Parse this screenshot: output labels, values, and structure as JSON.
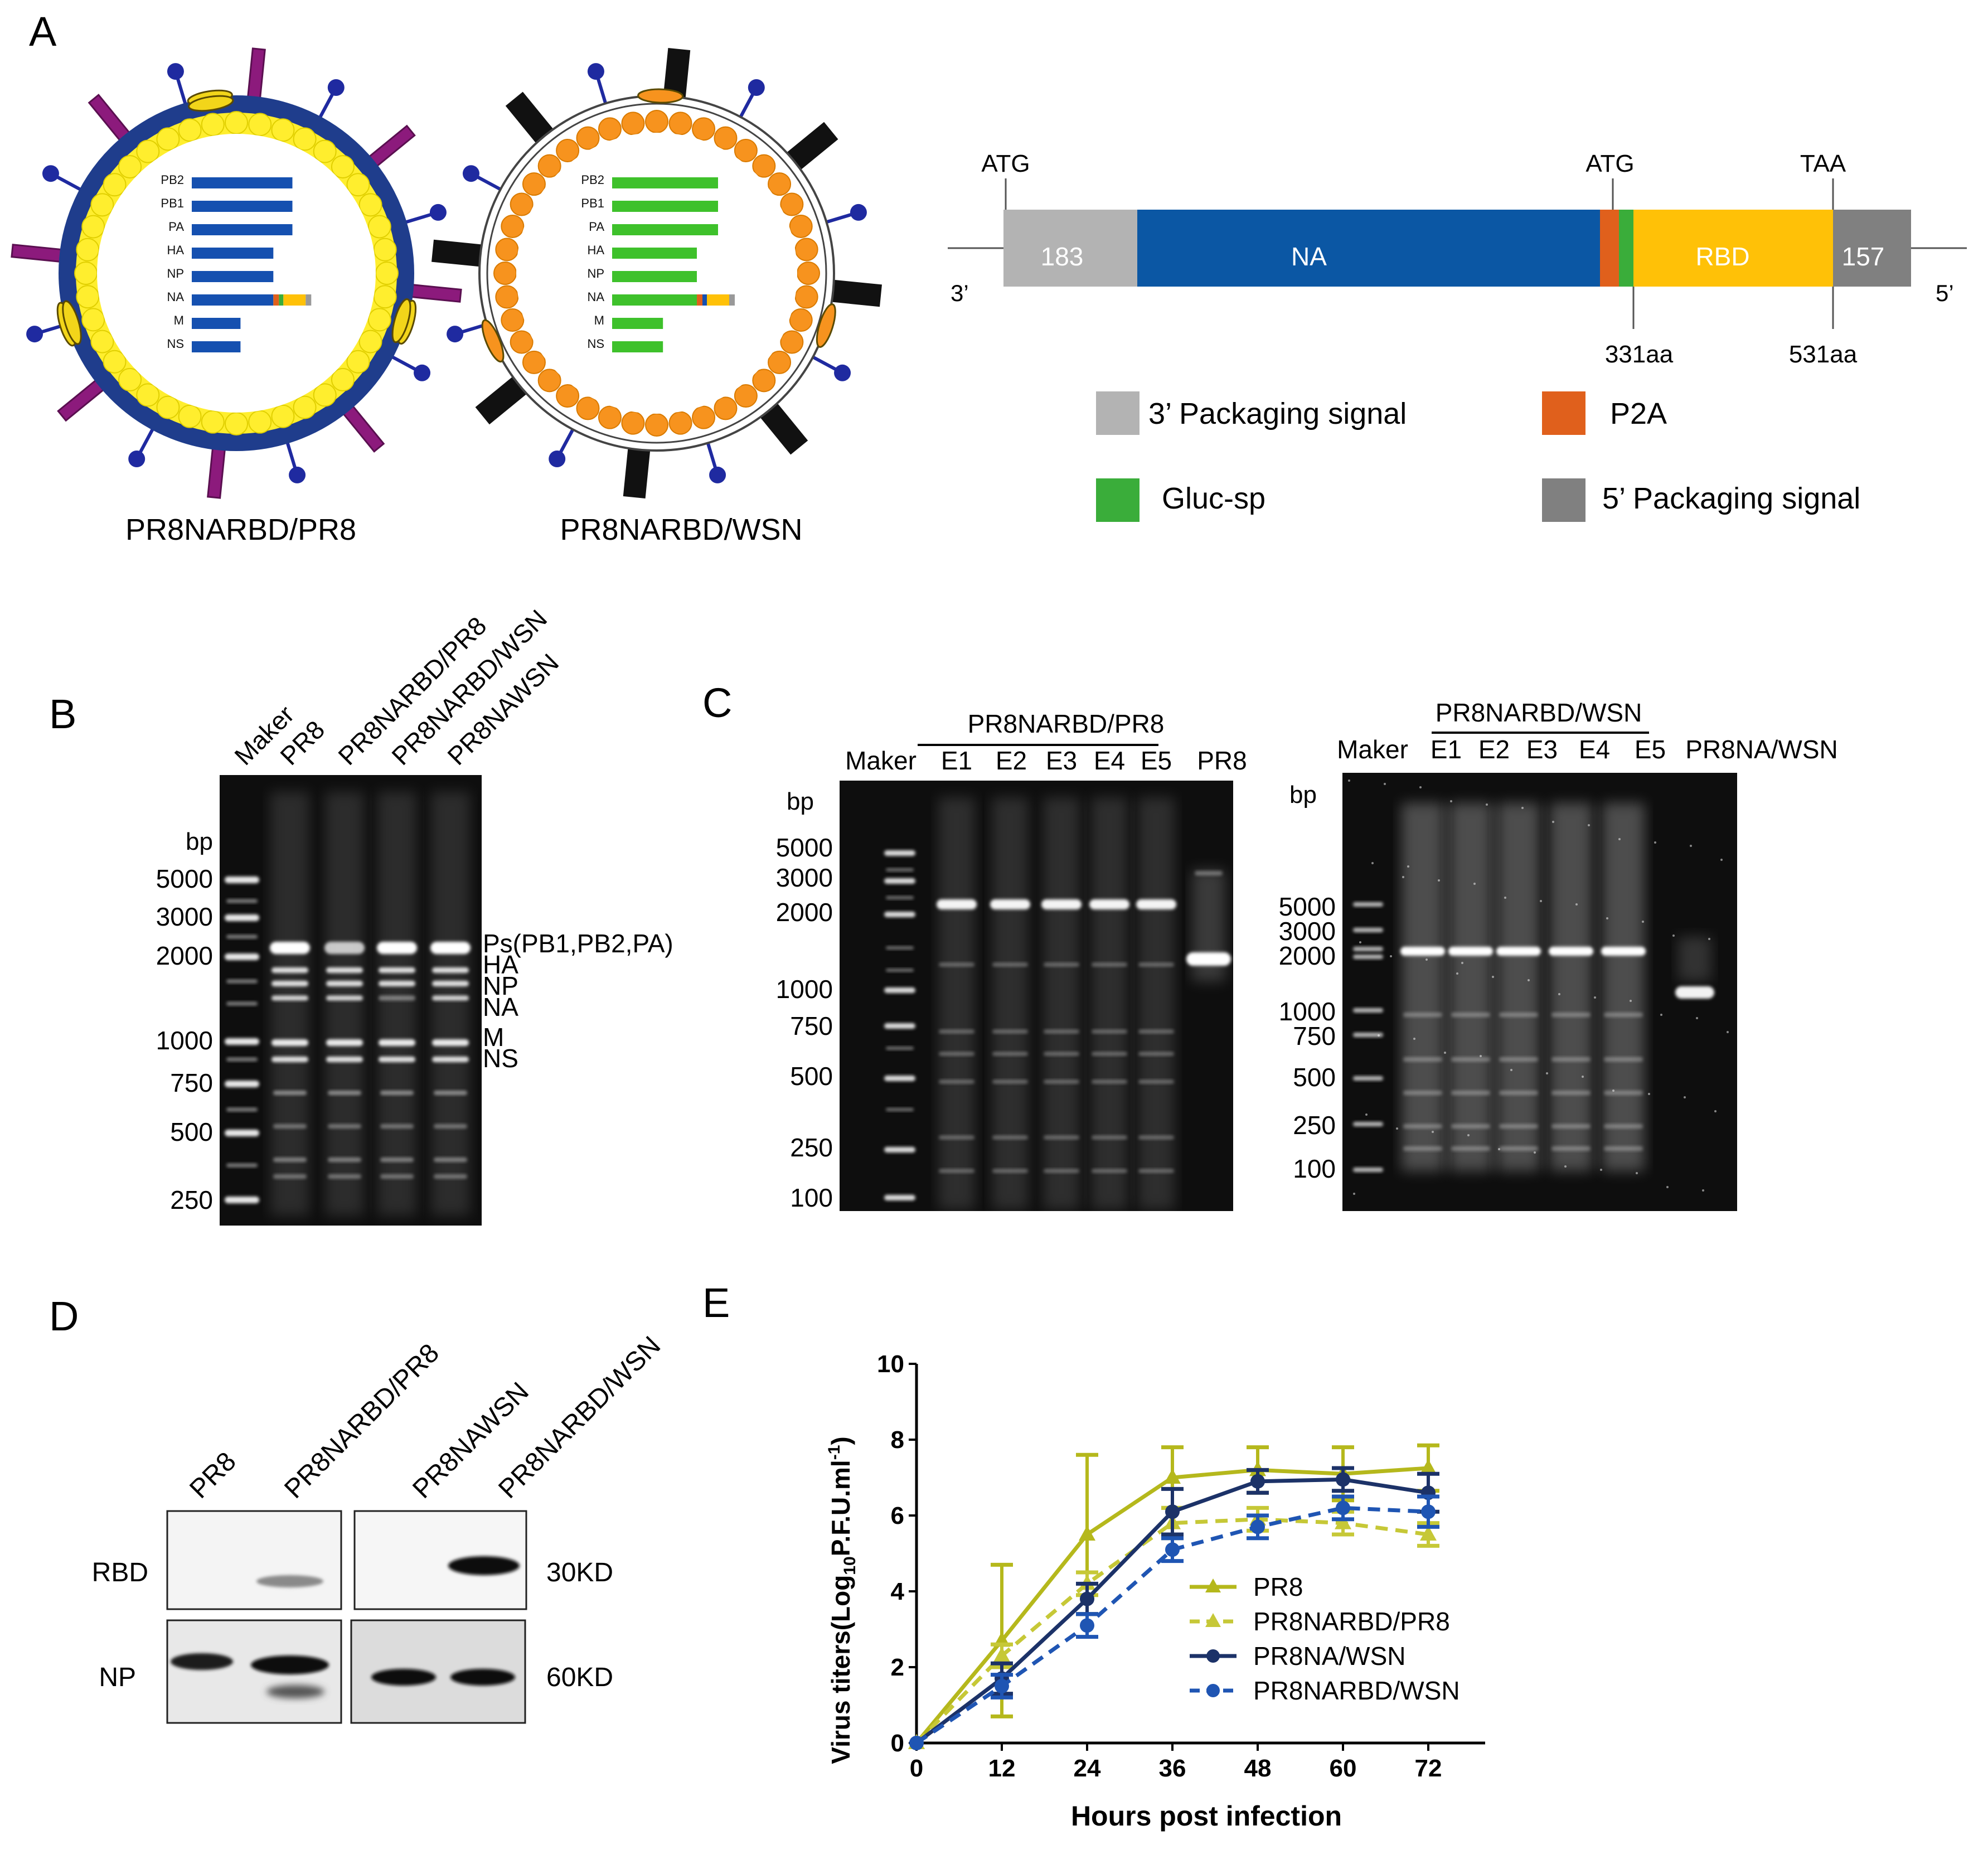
{
  "panelA": {
    "letter": "A",
    "virus1": {
      "caption": "PR8NARBD/PR8",
      "segments": [
        "PB2",
        "PB1",
        "PA",
        "HA",
        "NP",
        "NA",
        "M",
        "NS"
      ],
      "segmentLength": [
        0.95,
        0.95,
        0.95,
        0.77,
        0.77,
        0.77,
        0.46,
        0.46
      ],
      "colors": {
        "ring": "#1f3d8c",
        "membrane": "#ffee2e",
        "spike": "#8c1a7c",
        "knob": "#1f2aa0",
        "segment": "#1550b0",
        "channel": "#f2d51a"
      }
    },
    "virus2": {
      "caption": "PR8NARBD/WSN",
      "segments": [
        "PB2",
        "PB1",
        "PA",
        "HA",
        "NP",
        "NA",
        "M",
        "NS"
      ],
      "segmentLength": [
        1.0,
        1.0,
        1.0,
        0.8,
        0.8,
        0.8,
        0.48,
        0.48
      ],
      "colors": {
        "ring": "#555555",
        "membrane": "#f7931e",
        "spike": "#111111",
        "knob": "#1f2aa0",
        "segment": "#3ec12b",
        "channel": "#f7931e"
      }
    },
    "construct": {
      "label_3prime": "3’",
      "label_5prime": "5’",
      "atg1": "ATG",
      "atg2": "ATG",
      "taa": "TAA",
      "seg183": "183",
      "segNA": "NA",
      "segRBD": "RBD",
      "seg157": "157",
      "aa331": "331aa",
      "aa531": "531aa",
      "colors": {
        "packaging3": "#b3b3b3",
        "na": "#0b57a4",
        "p2a": "#e0601c",
        "gluc": "#3aad3a",
        "rbd": "#ffc107",
        "packaging5": "#808080"
      }
    },
    "legend": {
      "packaging3": "3’ Packaging signal",
      "p2a": "P2A",
      "gluc": "Gluc-sp",
      "packaging5": "5’ Packaging signal"
    }
  },
  "panelB": {
    "letter": "B",
    "lanes": [
      "Maker",
      "PR8",
      "PR8NARBD/PR8",
      "PR8NARBD/WSN",
      "PR8NAWSN"
    ],
    "unit": "bp",
    "ladder": [
      "5000",
      "3000",
      "2000",
      "1000",
      "750",
      "500",
      "250"
    ],
    "bandLabels": [
      "Ps(PB1,PB2,PA)",
      "HA",
      "NP",
      "NA",
      "M",
      "NS"
    ]
  },
  "panelC": {
    "letter": "C",
    "gel1": {
      "group": "PR8NARBD/PR8",
      "lanes": [
        "Maker",
        "E1",
        "E2",
        "E3",
        "E4",
        "E5",
        "PR8"
      ],
      "unit": "bp",
      "ladder": [
        "5000",
        "3000",
        "2000",
        "1000",
        "750",
        "500",
        "250",
        "100"
      ]
    },
    "gel2": {
      "group": "PR8NARBD/WSN",
      "lanes": [
        "Maker",
        "E1",
        "E2",
        "E3",
        "E4",
        "E5",
        "PR8NA/WSN"
      ],
      "unit": "bp",
      "ladder": [
        "5000",
        "3000",
        "2000",
        "1000",
        "750",
        "500",
        "250",
        "100"
      ]
    }
  },
  "panelD": {
    "letter": "D",
    "lanes": [
      "PR8",
      "PR8NARBD/PR8",
      "PR8NAWSN",
      "PR8NARBD/WSN"
    ],
    "rows": [
      "RBD",
      "NP"
    ],
    "sizes": [
      "30KD",
      "60KD"
    ]
  },
  "panelE": {
    "letter": "E",
    "chart_data": {
      "type": "line",
      "xlabel": "Hours post infection",
      "ylabel": "Virus titers(Log10P.F.U.ml-1)",
      "ylabel_parts": {
        "a": "Virus titers(Log",
        "sub": "10",
        "b": "P.F.U.ml",
        "sup": "-1",
        "c": ")"
      },
      "x": [
        0,
        12,
        24,
        36,
        48,
        60,
        72
      ],
      "xlim": [
        0,
        80
      ],
      "ylim": [
        0,
        10
      ],
      "xticks": [
        "0",
        "12",
        "24",
        "36",
        "48",
        "60",
        "72"
      ],
      "yticks": [
        "0",
        "2",
        "4",
        "6",
        "8",
        "10"
      ],
      "legend_position": "center-right",
      "series": [
        {
          "name": "PR8",
          "values": [
            0,
            2.7,
            5.5,
            7.0,
            7.2,
            7.1,
            7.25
          ],
          "errors": [
            0,
            2.0,
            2.1,
            0.8,
            0.6,
            0.7,
            0.6
          ],
          "color": "#b5b81c",
          "dash": false,
          "marker": "triangle"
        },
        {
          "name": "PR8NARBD/PR8",
          "values": [
            0,
            2.3,
            4.2,
            5.8,
            5.9,
            5.8,
            5.5
          ],
          "errors": [
            0,
            0.3,
            0.3,
            0.4,
            0.3,
            0.3,
            0.3
          ],
          "color": "#c6c837",
          "dash": true,
          "marker": "triangle"
        },
        {
          "name": "PR8NA/WSN",
          "values": [
            0,
            1.7,
            3.8,
            6.1,
            6.9,
            6.95,
            6.6
          ],
          "errors": [
            0,
            0.4,
            0.4,
            0.6,
            0.3,
            0.3,
            0.5
          ],
          "color": "#1c3268",
          "dash": false,
          "marker": "circle"
        },
        {
          "name": "PR8NARBD/WSN",
          "values": [
            0,
            1.5,
            3.1,
            5.1,
            5.7,
            6.2,
            6.1
          ],
          "errors": [
            0,
            0.3,
            0.3,
            0.3,
            0.3,
            0.3,
            0.4
          ],
          "color": "#1f55b3",
          "dash": true,
          "marker": "circle"
        }
      ]
    }
  }
}
